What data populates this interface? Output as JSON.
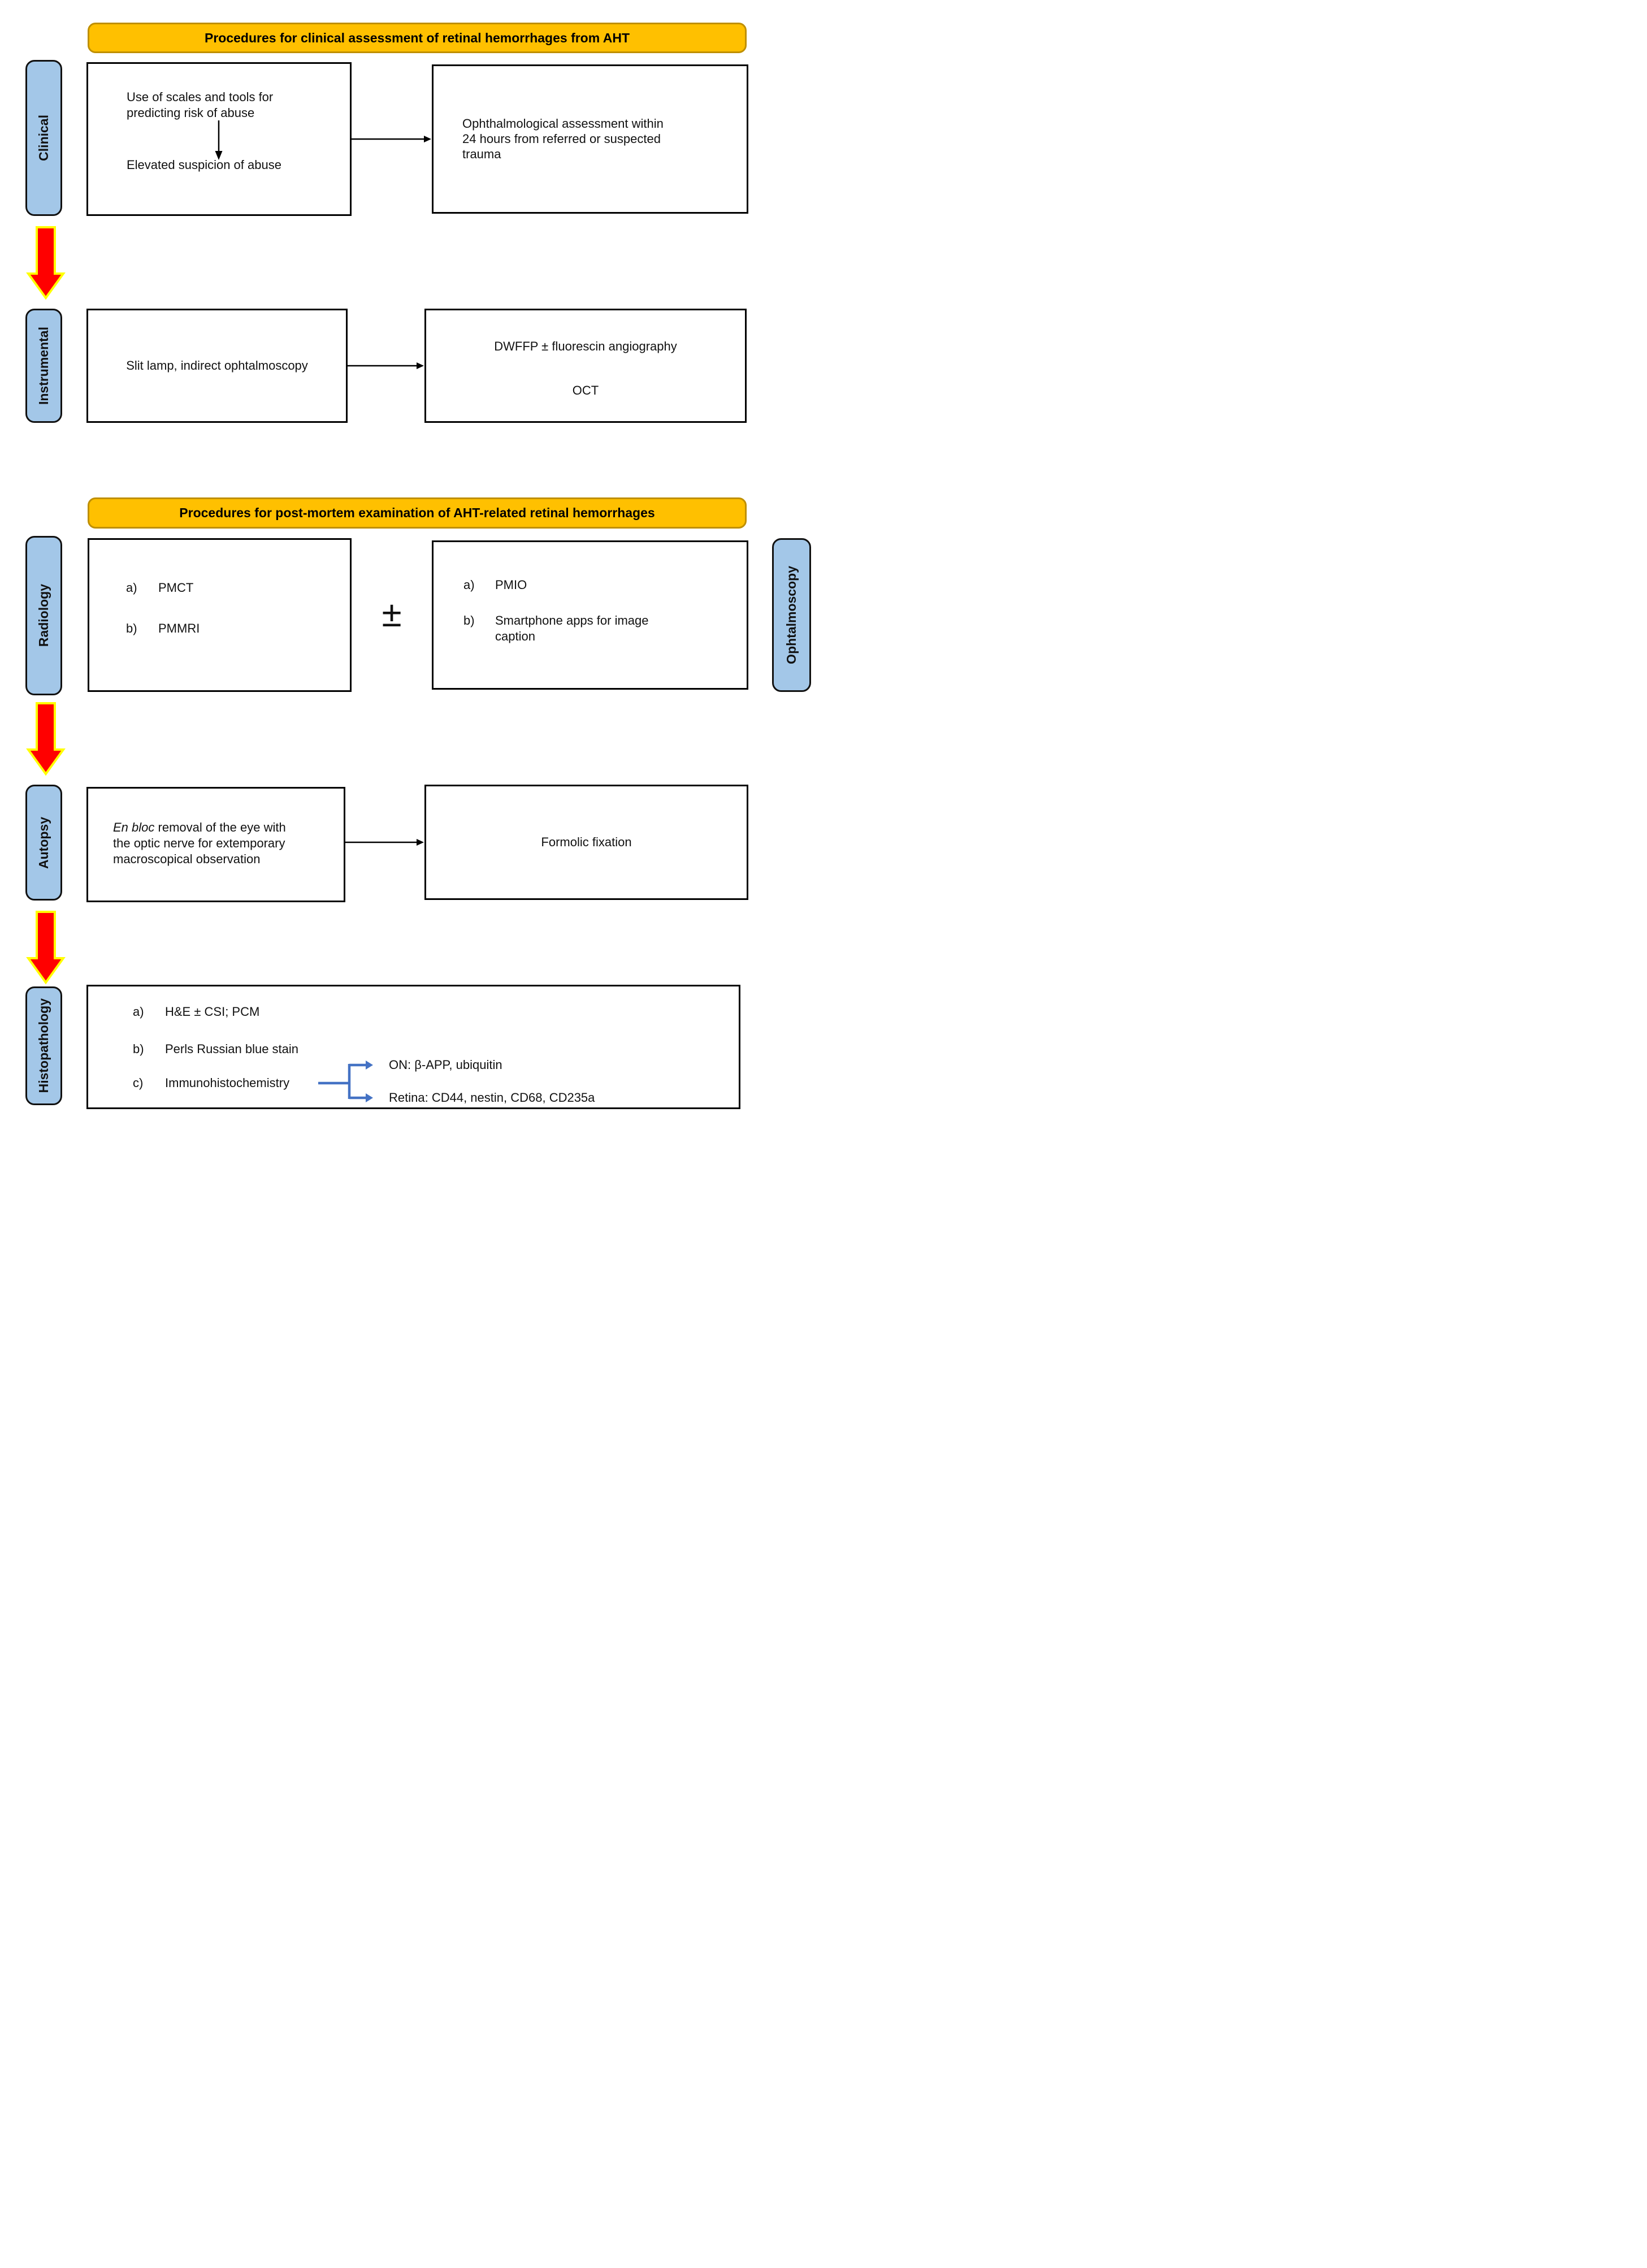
{
  "banner_clinical": {
    "label": "Procedures for clinical assessment of retinal hemorrhages from AHT"
  },
  "banner_postmortem": {
    "label": "Procedures for post-mortem examination of AHT-related retinal hemorrhages"
  },
  "row_labels": {
    "clinical": "Clinical",
    "instrumental": "Instrumental",
    "radiology": "Radiology",
    "autopsy": "Autopsy",
    "histopathology": "Histopathology",
    "ophtalmoscopy": "Ophtalmoscopy"
  },
  "clinical": {
    "left_line1": "Use of scales and tools for",
    "left_line2": "predicting risk of abuse",
    "left_result": "Elevated suspicion of abuse",
    "right_line1": "Ophthalmological assessment within",
    "right_line2": "24 hours from referred or suspected",
    "right_line3": "trauma"
  },
  "instrumental": {
    "left": "Slit lamp, indirect ophtalmoscopy",
    "right_line1": "DWFFP ± fluorescin angiography",
    "right_line2": "OCT"
  },
  "radiology": {
    "left_items": [
      {
        "marker": "a)",
        "text": "PMCT"
      },
      {
        "marker": "b)",
        "text": "PMMRI"
      }
    ],
    "plus_minus": "±",
    "right_items": [
      {
        "marker": "a)",
        "text": "PMIO"
      },
      {
        "marker": "b)",
        "text": "Smartphone apps for image",
        "text2": "caption"
      }
    ]
  },
  "autopsy": {
    "left_italic": "En bloc",
    "left_line1_rest": " removal of the eye with",
    "left_line2": "the optic nerve for extemporary",
    "left_line3": "macroscopical observation",
    "right": "Formolic fixation"
  },
  "histopathology": {
    "items": [
      {
        "marker": "a)",
        "text": "H&E ± CSI; PCM"
      },
      {
        "marker": "b)",
        "text": "Perls Russian blue stain"
      },
      {
        "marker": "c)",
        "text": "Immunohistochemistry"
      }
    ],
    "on_line": "ON: β-APP, ubiquitin",
    "retina_line": "Retina: CD44, nestin, CD68, CD235a"
  },
  "colors": {
    "banner_fill": "#FFC000",
    "banner_border": "#BF8F00",
    "label_fill": "#A3C7E8",
    "box_border": "#000000",
    "arrow_red": "#FF0000",
    "arrow_outline": "#FFFF00",
    "branch_blue": "#4472C4"
  }
}
